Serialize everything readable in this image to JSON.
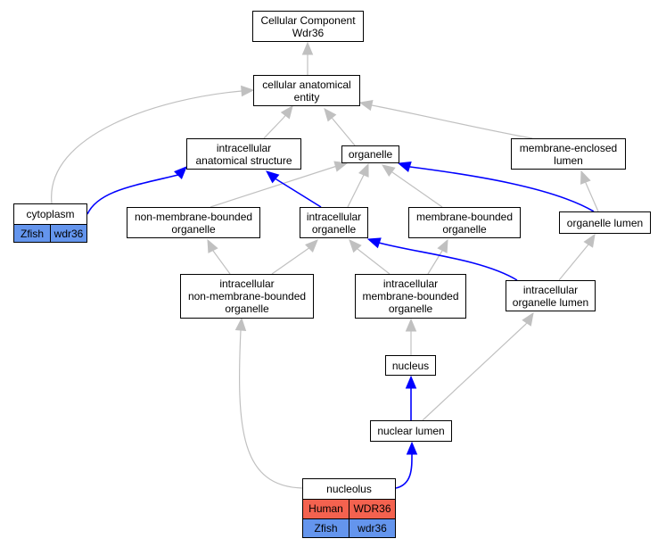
{
  "colors": {
    "edge_gray": "#c0c0c0",
    "edge_blue": "#0000ff",
    "human": "#f4624f",
    "zfish": "#6495ed"
  },
  "nodes": {
    "root": [
      "Cellular Component",
      "Wdr36"
    ],
    "cae": [
      "cellular anatomical",
      "entity"
    ],
    "ias": [
      "intracellular",
      "anatomical structure"
    ],
    "organelle": [
      "organelle"
    ],
    "mel": [
      "membrane-enclosed",
      "lumen"
    ],
    "nmbo": [
      "non-membrane-bounded",
      "organelle"
    ],
    "io": [
      "intracellular",
      "organelle"
    ],
    "mbo": [
      "membrane-bounded",
      "organelle"
    ],
    "ol": [
      "organelle lumen"
    ],
    "inmbo": [
      "intracellular",
      "non-membrane-bounded",
      "organelle"
    ],
    "imbo": [
      "intracellular",
      "membrane-bounded",
      "organelle"
    ],
    "iol": [
      "intracellular",
      "organelle lumen"
    ],
    "nucleus": [
      "nucleus"
    ],
    "nl": [
      "nuclear lumen"
    ]
  },
  "records": {
    "cytoplasm": {
      "title": "cytoplasm",
      "rows": [
        {
          "species": "Zfish",
          "gene": "wdr36",
          "color": "#6495ed"
        }
      ]
    },
    "nucleolus": {
      "title": "nucleolus",
      "rows": [
        {
          "species": "Human",
          "gene": "WDR36",
          "color": "#f4624f"
        },
        {
          "species": "Zfish",
          "gene": "wdr36",
          "color": "#6495ed"
        }
      ]
    }
  },
  "edges": [
    {
      "from": "cae",
      "to": "root",
      "kind": "is_a"
    },
    {
      "from": "ias",
      "to": "cae",
      "kind": "is_a"
    },
    {
      "from": "organelle",
      "to": "cae",
      "kind": "is_a"
    },
    {
      "from": "mel",
      "to": "cae",
      "kind": "is_a"
    },
    {
      "from": "cytoplasm",
      "to": "cae",
      "kind": "is_a"
    },
    {
      "from": "cytoplasm",
      "to": "ias",
      "kind": "part_of"
    },
    {
      "from": "nmbo",
      "to": "organelle",
      "kind": "is_a"
    },
    {
      "from": "io",
      "to": "organelle",
      "kind": "is_a"
    },
    {
      "from": "io",
      "to": "ias",
      "kind": "part_of"
    },
    {
      "from": "mbo",
      "to": "organelle",
      "kind": "is_a"
    },
    {
      "from": "ol",
      "to": "organelle",
      "kind": "part_of"
    },
    {
      "from": "ol",
      "to": "mel",
      "kind": "is_a"
    },
    {
      "from": "inmbo",
      "to": "nmbo",
      "kind": "is_a"
    },
    {
      "from": "inmbo",
      "to": "io",
      "kind": "is_a"
    },
    {
      "from": "imbo",
      "to": "io",
      "kind": "is_a"
    },
    {
      "from": "imbo",
      "to": "mbo",
      "kind": "is_a"
    },
    {
      "from": "iol",
      "to": "io",
      "kind": "part_of"
    },
    {
      "from": "iol",
      "to": "ol",
      "kind": "is_a"
    },
    {
      "from": "nucleus",
      "to": "imbo",
      "kind": "is_a"
    },
    {
      "from": "nl",
      "to": "nucleus",
      "kind": "part_of"
    },
    {
      "from": "nl",
      "to": "iol",
      "kind": "is_a"
    },
    {
      "from": "nucleolus",
      "to": "inmbo",
      "kind": "is_a"
    },
    {
      "from": "nucleolus",
      "to": "nl",
      "kind": "part_of"
    }
  ]
}
